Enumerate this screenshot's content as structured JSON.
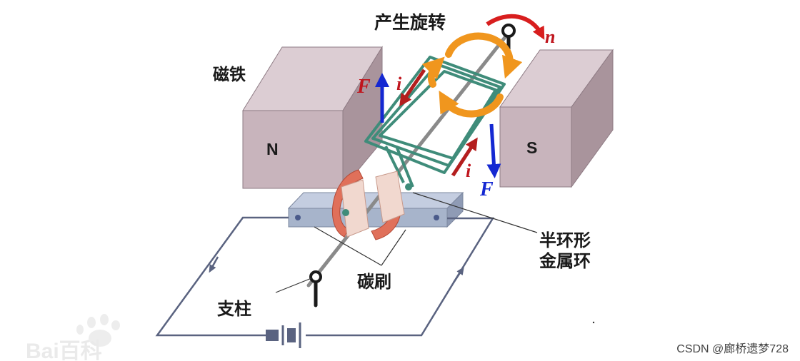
{
  "labels": {
    "rotation": "产生旋转",
    "rotation_symbol": "n",
    "magnet": "磁铁",
    "pole_n": "N",
    "pole_s": "S",
    "force_left": "F",
    "force_right": "F",
    "current_left": "i",
    "current_right": "i",
    "split_ring_line1": "半环形",
    "split_ring_line2": "金属环",
    "brush": "碳刷",
    "post": "支柱"
  },
  "watermark": {
    "csdn": "CSDN @廊桥遗梦728",
    "baidu": "Bai百科"
  },
  "colors": {
    "magnet": "#c8b4bc",
    "coil": "#3f8c7a",
    "axle": "#8a8a8a",
    "rotation_arrow": "#f0961e",
    "force_arrow": "#1428d2",
    "current_arrow": "#b41e1e",
    "split_ring": "#e0705a",
    "brush": "#a7b4cb",
    "circuit_wire": "#5a6380",
    "label_red": "#c0161e",
    "label_blue": "#1428d2"
  }
}
